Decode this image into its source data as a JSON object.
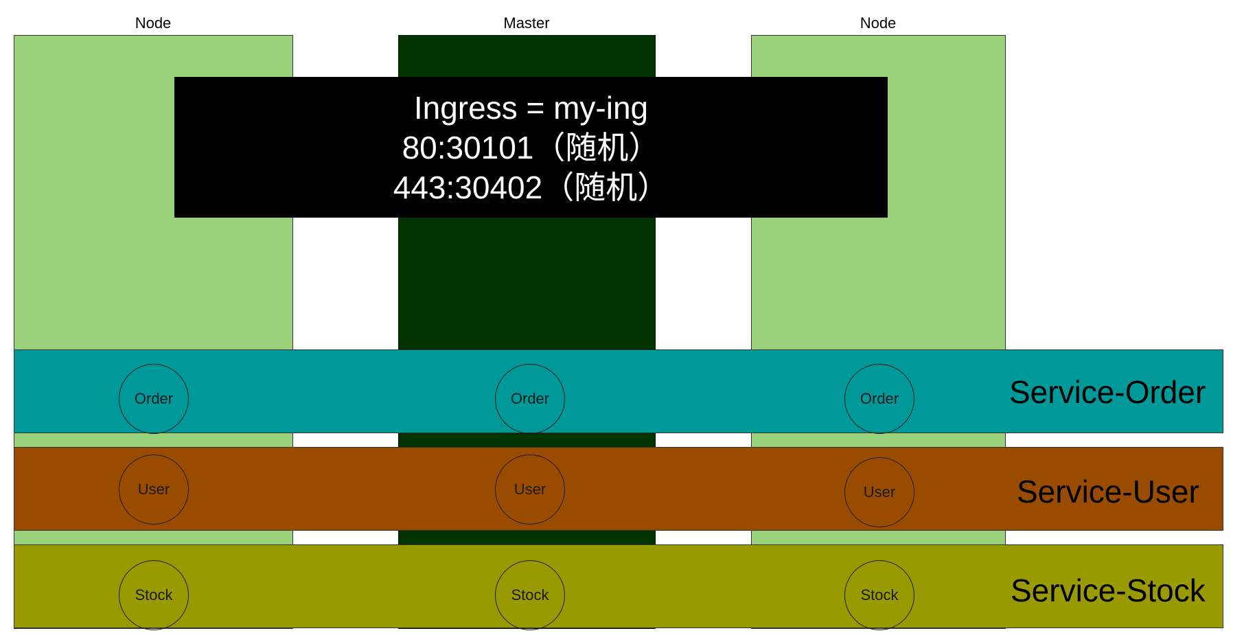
{
  "columns": [
    {
      "title": "Node",
      "color": "#99d27a"
    },
    {
      "title": "Master",
      "color": "#003300"
    },
    {
      "title": "Node",
      "color": "#99d27a"
    }
  ],
  "ingress": {
    "lines": [
      "Ingress = my-ing",
      "80:30101（随机）",
      "443:30402（随机）"
    ],
    "color": "#000000"
  },
  "services": [
    {
      "label": "Service-Order",
      "color": "#009999",
      "pods": [
        "Order",
        "Order",
        "Order"
      ]
    },
    {
      "label": "Service-User",
      "color": "#994c00",
      "pods": [
        "User",
        "User",
        "User"
      ]
    },
    {
      "label": "Service-Stock",
      "color": "#999900",
      "pods": [
        "Stock",
        "Stock",
        "Stock"
      ]
    }
  ]
}
